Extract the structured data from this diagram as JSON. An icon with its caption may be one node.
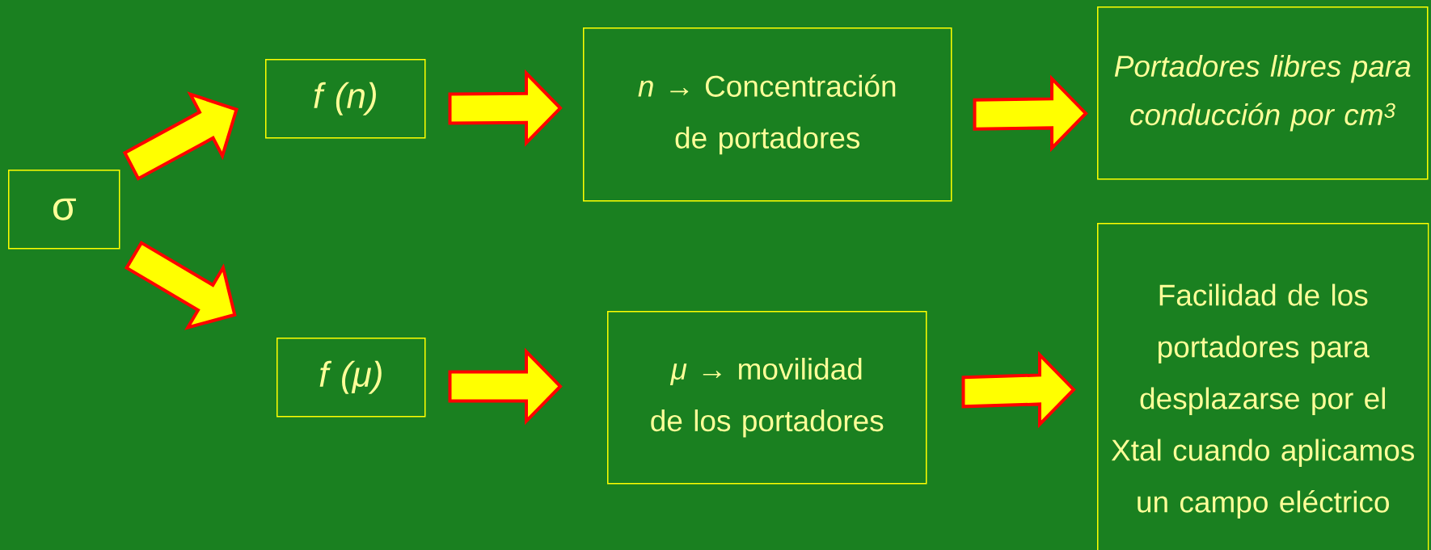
{
  "diagram": {
    "nodes": [
      {
        "text": [
          "σ"
        ]
      },
      {
        "text": [
          "f (n)"
        ]
      },
      {
        "text": [
          "f (μ)"
        ]
      },
      {
        "text": [
          "*n* → Concentración de portadores"
        ]
      },
      {
        "text": [
          "*μ* → movilidad de los portadores"
        ]
      },
      {
        "text": [
          "Portadores libres para conducción por cm$^{3}$"
        ]
      },
      {
        "text": [
          "Facilidad de los portadores para desplazarse por el Xtal cuando aplicamos un campo eléctrico"
        ]
      }
    ],
    "edges": [
      {
        "from": 0,
        "to": 1,
        "arrow": "to"
      },
      {
        "from": 0,
        "to": 2,
        "arrow": "to"
      },
      {
        "from": 1,
        "to": 3,
        "arrow": "to"
      },
      {
        "from": 2,
        "to": 4,
        "arrow": "to"
      },
      {
        "from": 3,
        "to": 5,
        "arrow": "to"
      },
      {
        "from": 4,
        "to": 6,
        "arrow": "to"
      }
    ]
  }
}
